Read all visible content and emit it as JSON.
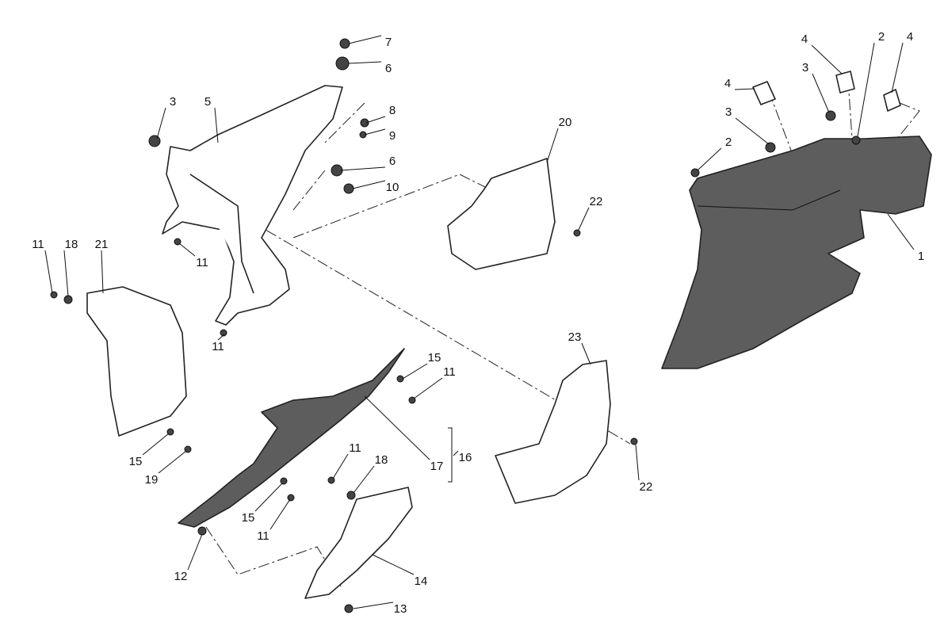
{
  "diagram": {
    "type": "exploded-parts-view",
    "callouts": [
      "7",
      "6",
      "3",
      "5",
      "8",
      "9",
      "6",
      "10",
      "20",
      "22",
      "11",
      "18",
      "21",
      "11",
      "11",
      "23",
      "15",
      "11",
      "16",
      "17",
      "15",
      "19",
      "22",
      "11",
      "18",
      "15",
      "11",
      "12",
      "14",
      "13",
      "1",
      "2",
      "4",
      "4",
      "3",
      "4",
      "3",
      "2"
    ],
    "colors": {
      "dark_part": "#5d5d5d",
      "light_part": "#ffffff",
      "line": "#222222"
    }
  }
}
